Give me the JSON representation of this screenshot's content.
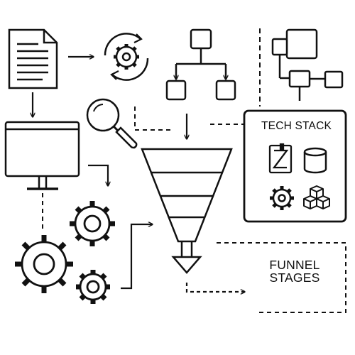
{
  "tech_stack": {
    "title": "TECH STACK"
  },
  "funnel": {
    "title_line1": "FUNNEL",
    "title_line2": "STAGES"
  },
  "icons": [
    "document-icon",
    "process-gear-icon",
    "hierarchy-icon",
    "flowchart-icon",
    "monitor-icon",
    "magnifier-icon",
    "funnel-icon",
    "gears-icon",
    "tools-icon",
    "database-icon",
    "gear-icon",
    "cubes-icon"
  ],
  "colors": {
    "stroke": "#111111",
    "background": "#ffffff"
  }
}
